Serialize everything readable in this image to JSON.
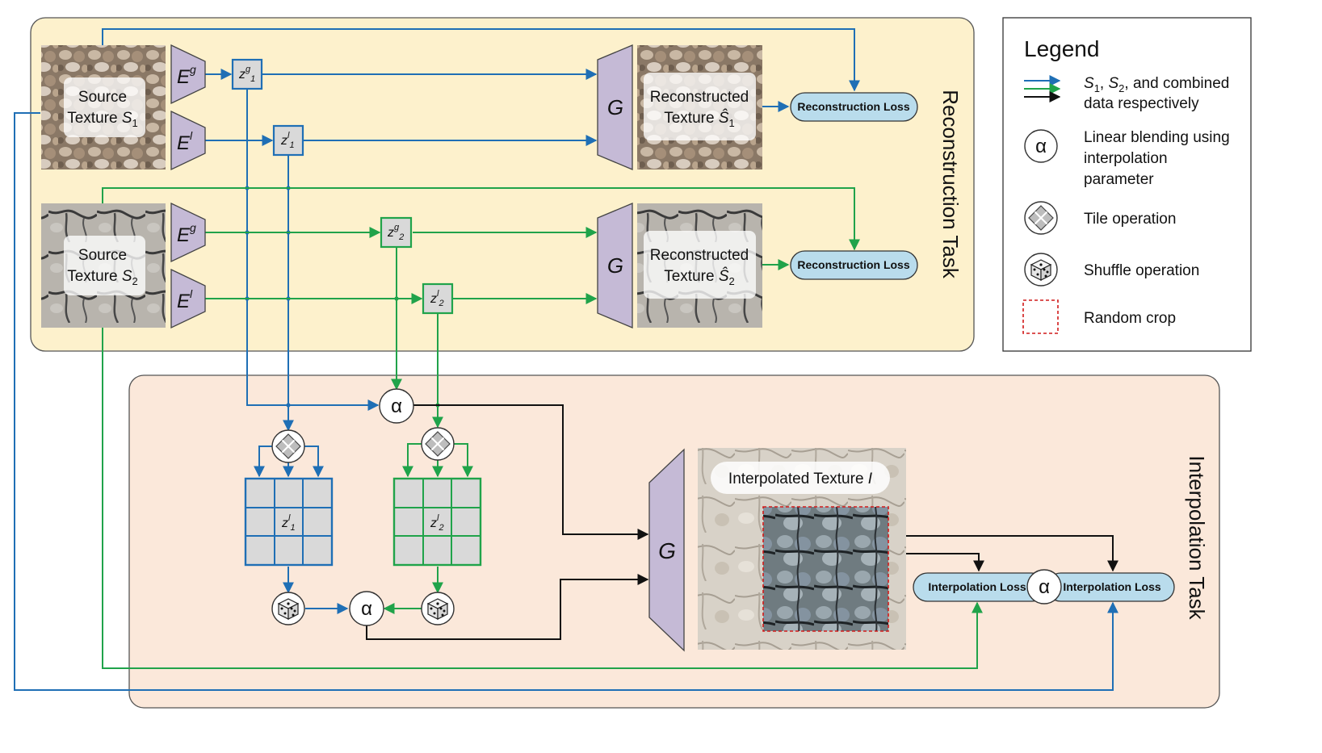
{
  "reconstruction_task": {
    "title": "Reconstruction Task"
  },
  "interpolation_task": {
    "title": "Interpolation Task"
  },
  "source1": {
    "line1": "Source",
    "line2": "Texture ",
    "sym": "S",
    "sub": "1"
  },
  "source2": {
    "line1": "Source",
    "line2": "Texture ",
    "sym": "S",
    "sub": "2"
  },
  "recon1": {
    "line1": "Reconstructed",
    "line2": "Texture ",
    "sym": "Ŝ",
    "sub": "1"
  },
  "recon2": {
    "line1": "Reconstructed",
    "line2": "Texture ",
    "sym": "Ŝ",
    "sub": "2"
  },
  "encoders": {
    "global": "E",
    "global_sup": "g",
    "local": "E",
    "local_sup": "l"
  },
  "latents": {
    "zg1": {
      "base": "z",
      "sup": "g",
      "sub": "1"
    },
    "zl1": {
      "base": "z",
      "sup": "l",
      "sub": "1"
    },
    "zg2": {
      "base": "z",
      "sup": "g",
      "sub": "2"
    },
    "zl2": {
      "base": "z",
      "sup": "l",
      "sub": "2"
    }
  },
  "generator": {
    "label": "G"
  },
  "losses": {
    "reconstruction": "Reconstruction Loss",
    "interpolation": "Interpolation Loss"
  },
  "alpha": "α",
  "interpolated": {
    "label": "Interpolated Texture ",
    "sym": "I"
  },
  "legend": {
    "title": "Legend",
    "arrows": {
      "s1": "S",
      "s1_sub": "1",
      "sep": ", ",
      "s2": "S",
      "s2_sub": "2",
      "rest": ", and combined",
      "line2": "data respectively"
    },
    "alpha_lines": [
      "Linear blending using",
      "interpolation",
      "parameter"
    ],
    "tile": "Tile operation",
    "shuffle": "Shuffle operation",
    "crop": "Random crop"
  },
  "colors": {
    "blue": "#1f6fb5",
    "green": "#20a34a",
    "black": "#111111",
    "recon_bg": "#fdf1cc",
    "interp_bg": "#fbe8da",
    "module": "#c5bad6",
    "loss": "#b9dcec",
    "grid": "#d9d9d9"
  }
}
